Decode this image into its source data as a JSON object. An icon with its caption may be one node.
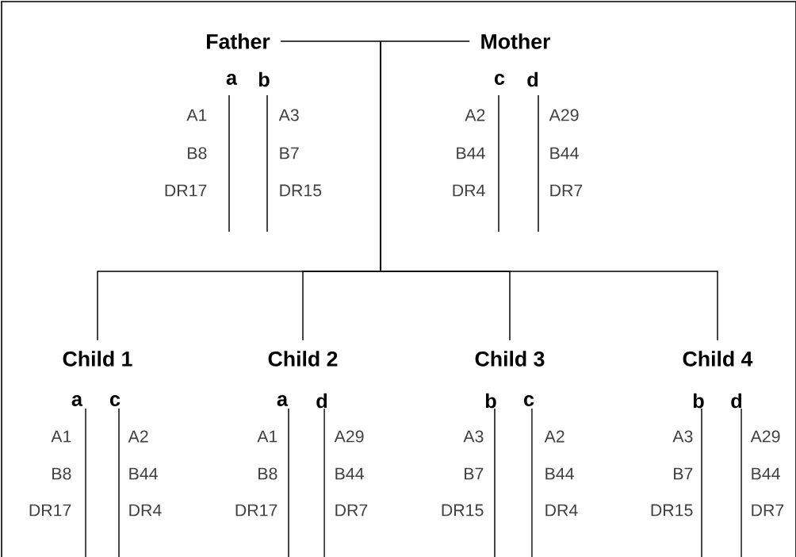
{
  "diagram": {
    "nodes": [
      {
        "text": [
          "Father",
          "a",
          "b",
          "A1",
          "B8",
          "DR17",
          "A3",
          "B7",
          "DR15"
        ]
      },
      {
        "text": [
          "Mother",
          "c",
          "d",
          "A2",
          "B44",
          "DR4",
          "A29",
          "B44",
          "DR7"
        ]
      },
      {
        "text": [
          "Child 1",
          "a",
          "c",
          "A1",
          "B8",
          "DR17",
          "A2",
          "B44",
          "DR4"
        ]
      },
      {
        "text": [
          "Child 2",
          "a",
          "d",
          "A1",
          "B8",
          "DR17",
          "A29",
          "B44",
          "DR7"
        ]
      },
      {
        "text": [
          "Child 3",
          "b",
          "c",
          "A3",
          "B7",
          "DR15",
          "A2",
          "B44",
          "DR4"
        ]
      },
      {
        "text": [
          "Child 4",
          "b",
          "d",
          "A3",
          "B7",
          "DR15",
          "A29",
          "B44",
          "DR7"
        ]
      }
    ],
    "edges": [
      {
        "from": 0,
        "to": 1,
        "arrow": "none"
      },
      {
        "from": null,
        "to": 2,
        "arrow": "none"
      },
      {
        "from": null,
        "to": 3,
        "arrow": "none"
      },
      {
        "from": null,
        "to": 4,
        "arrow": "none"
      },
      {
        "from": null,
        "to": 5,
        "arrow": "none"
      }
    ]
  }
}
